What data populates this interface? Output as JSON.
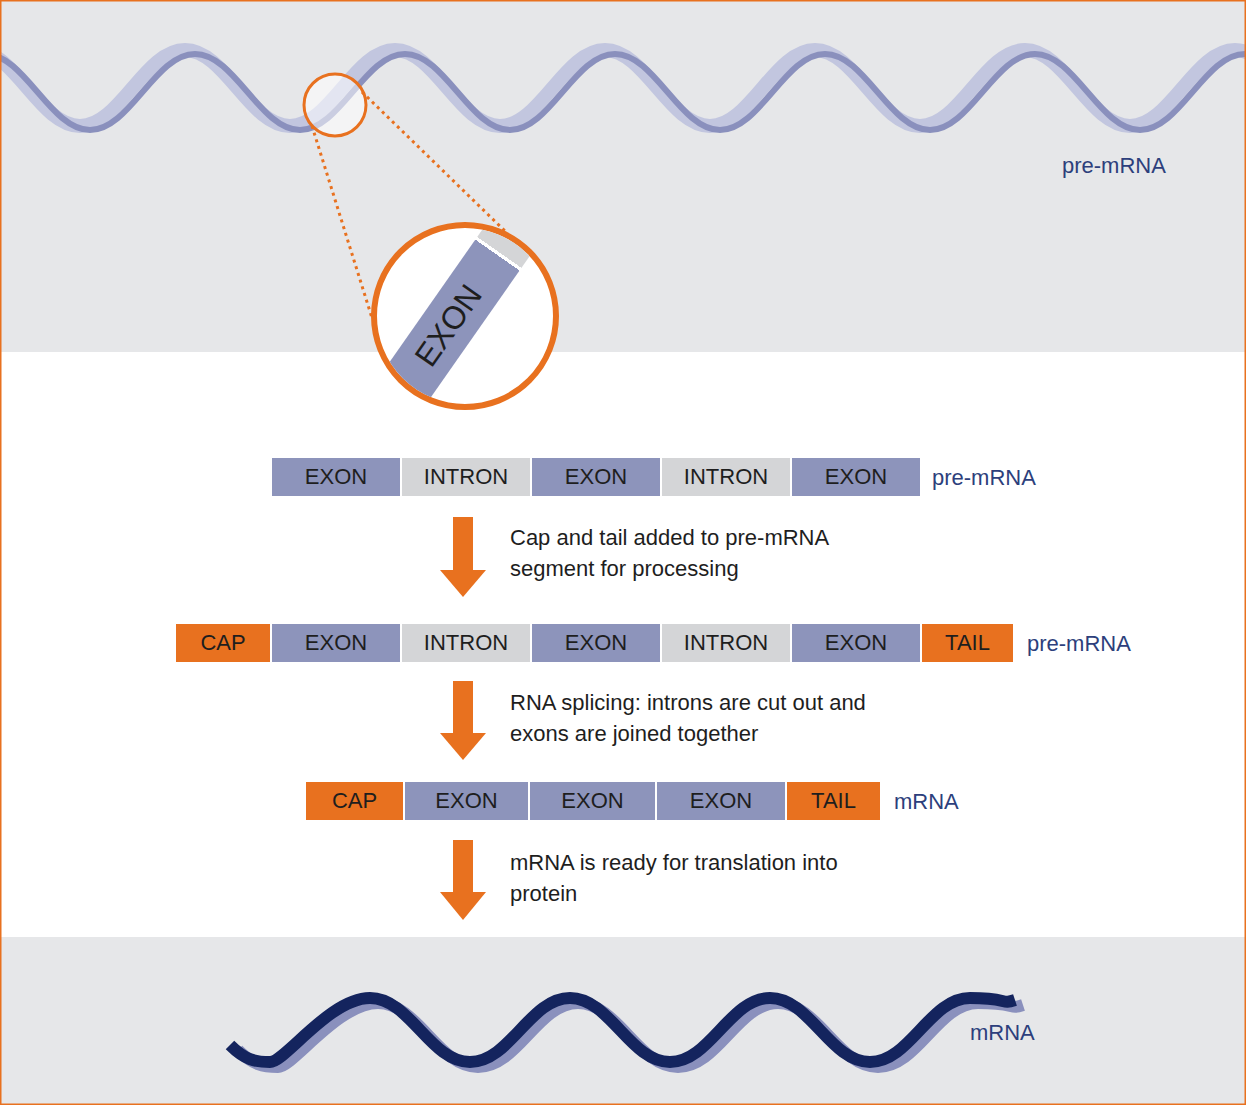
{
  "diagram": {
    "nodes": [
      {
        "text": [
          "EXON"
        ]
      },
      {
        "text": [
          "EXON"
        ]
      },
      {
        "text": [
          "INTRON"
        ]
      },
      {
        "text": [
          "EXON"
        ]
      },
      {
        "text": [
          "INTRON"
        ]
      },
      {
        "text": [
          "EXON"
        ]
      },
      {
        "text": [
          "CAP"
        ]
      },
      {
        "text": [
          "EXON"
        ]
      },
      {
        "text": [
          "INTRON"
        ]
      },
      {
        "text": [
          "EXON"
        ]
      },
      {
        "text": [
          "INTRON"
        ]
      },
      {
        "text": [
          "EXON"
        ]
      },
      {
        "text": [
          "TAIL"
        ]
      },
      {
        "text": [
          "CAP"
        ]
      },
      {
        "text": [
          "EXON"
        ]
      },
      {
        "text": [
          "EXON"
        ]
      },
      {
        "text": [
          "EXON"
        ]
      },
      {
        "text": [
          "TAIL"
        ]
      }
    ],
    "labels": [
      "pre-mRNA",
      "pre-mRNA",
      "Cap and tail added to pre-mRNA segment for processing",
      "pre-mRNA",
      "RNA splicing: introns are cut out and exons are joined together",
      "mRNA",
      "mRNA is ready for translation into protein",
      "mRNA"
    ]
  }
}
